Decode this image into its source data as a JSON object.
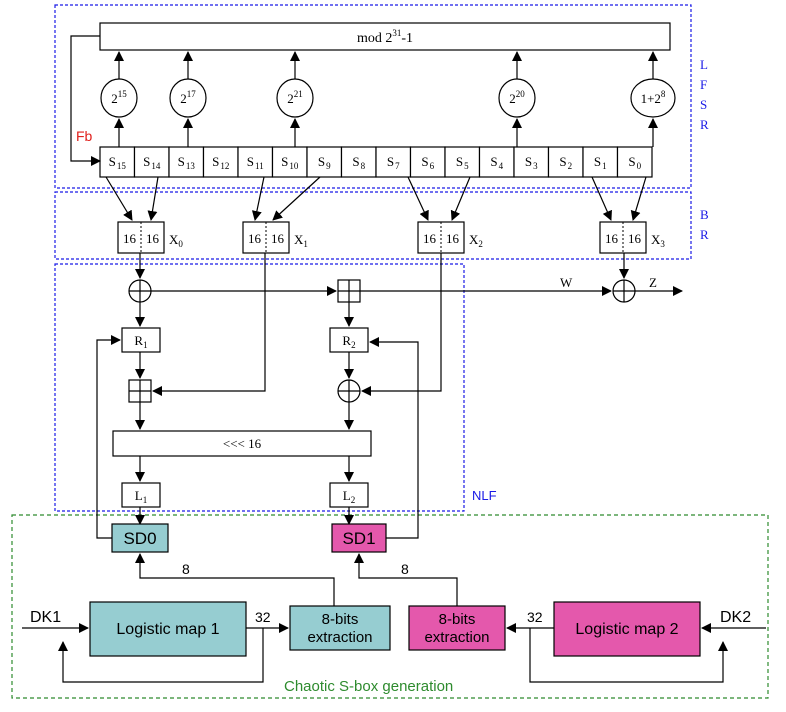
{
  "lfsr": {
    "mod_label": "mod 2",
    "mod_exp": "31",
    "mod_suffix": "-1",
    "coeffs": [
      {
        "base": "2",
        "exp": "15"
      },
      {
        "base": "2",
        "exp": "17"
      },
      {
        "base": "2",
        "exp": "21"
      },
      {
        "base": "2",
        "exp": "20"
      },
      {
        "base": "1+2",
        "exp": "8"
      }
    ],
    "fb_label": "Fb",
    "side_label": [
      "L",
      "F",
      "S",
      "R"
    ],
    "cells": [
      {
        "name": "S",
        "sub": "15"
      },
      {
        "name": "S",
        "sub": "14"
      },
      {
        "name": "S",
        "sub": "13"
      },
      {
        "name": "S",
        "sub": "12"
      },
      {
        "name": "S",
        "sub": "11"
      },
      {
        "name": "S",
        "sub": "10"
      },
      {
        "name": "S",
        "sub": "9"
      },
      {
        "name": "S",
        "sub": "8"
      },
      {
        "name": "S",
        "sub": "7"
      },
      {
        "name": "S",
        "sub": "6"
      },
      {
        "name": "S",
        "sub": "5"
      },
      {
        "name": "S",
        "sub": "4"
      },
      {
        "name": "S",
        "sub": "3"
      },
      {
        "name": "S",
        "sub": "2"
      },
      {
        "name": "S",
        "sub": "1"
      },
      {
        "name": "S",
        "sub": "0"
      }
    ]
  },
  "br": {
    "side_label": [
      "B",
      "R"
    ],
    "words": [
      {
        "hi": "16",
        "lo": "16",
        "name": "X",
        "sub": "0"
      },
      {
        "hi": "16",
        "lo": "16",
        "name": "X",
        "sub": "1"
      },
      {
        "hi": "16",
        "lo": "16",
        "name": "X",
        "sub": "2"
      },
      {
        "hi": "16",
        "lo": "16",
        "name": "X",
        "sub": "3"
      }
    ]
  },
  "nlf": {
    "label": "NLF",
    "r1": {
      "name": "R",
      "sub": "1"
    },
    "r2": {
      "name": "R",
      "sub": "2"
    },
    "rot_label": "<<< 16",
    "l1": {
      "name": "L",
      "sub": "1"
    },
    "l2": {
      "name": "L",
      "sub": "2"
    },
    "w_label": "W",
    "z_label": "Z"
  },
  "sbox": {
    "label": "Chaotic S-box generation",
    "sd0": "SD0",
    "sd1": "SD1",
    "logistic1": "Logistic map 1",
    "logistic2": "Logistic map 2",
    "extract1": [
      "8-bits",
      "extraction"
    ],
    "extract2": [
      "8-bits",
      "extraction"
    ],
    "dk1": "DK1",
    "dk2": "DK2",
    "bits32_a": "32",
    "bits32_b": "32",
    "bits8_a": "8",
    "bits8_b": "8"
  },
  "colors": {
    "teal": "#96CDD1",
    "magenta": "#E458AC",
    "blue_dash": "#1a1ae6",
    "green_dash": "#2e8b2e",
    "fb_red": "#e0201c"
  }
}
